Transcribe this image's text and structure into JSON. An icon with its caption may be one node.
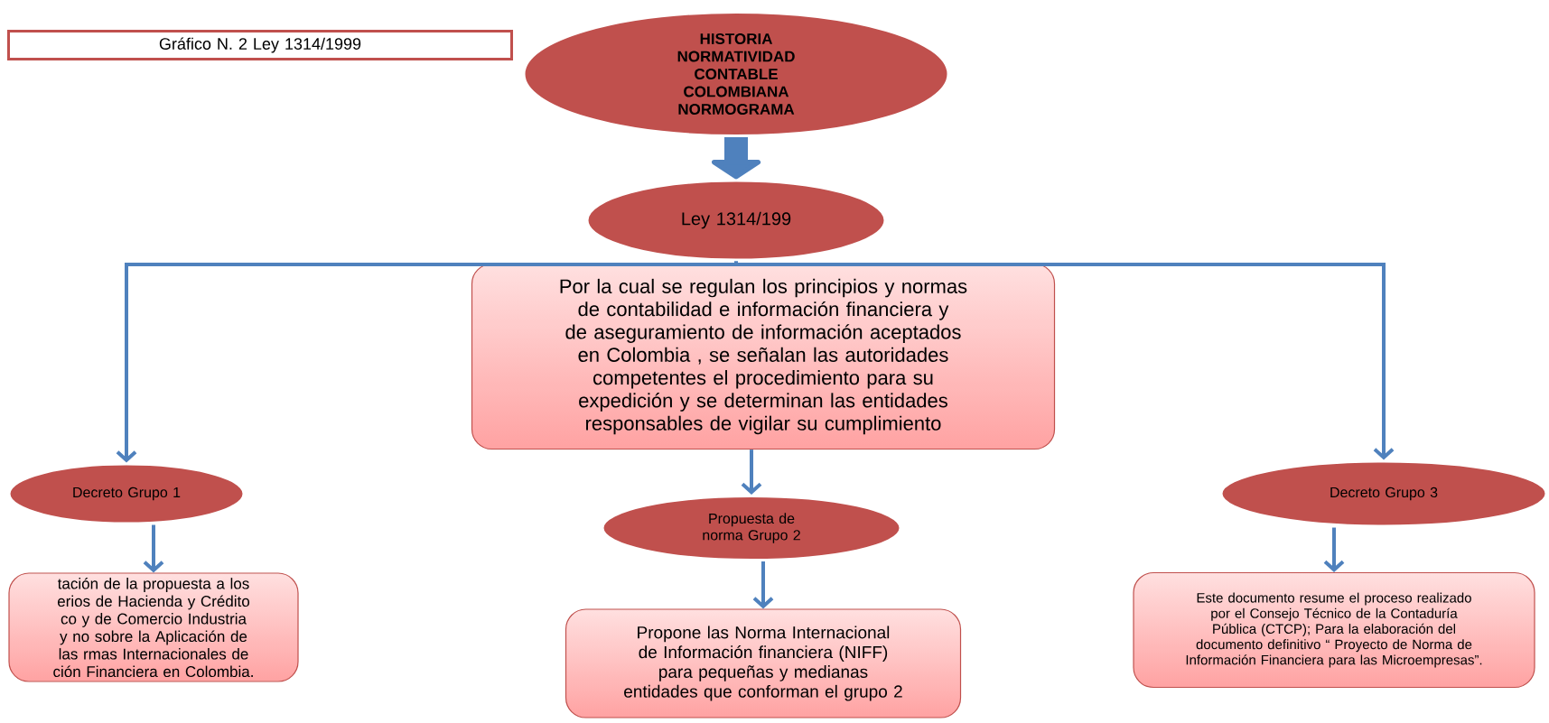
{
  "diagram": {
    "nodes": [
      {
        "text": [
          "Gráfico N. 2 Ley 1314/1999"
        ]
      },
      {
        "text": [
          "HISTORIA NORMATIVIDAD CONTABLE COLOMBIANA NORMOGRAMA"
        ]
      },
      {
        "text": [
          "Ley 1314/199"
        ]
      },
      {
        "text": [
          "Por la cual se regulan los principios y normas de contabilidad e información financiera y de aseguramiento de información aceptados en Colombia , se señalan las autoridades competentes el procedimiento para su expedición y se determinan las entidades responsables de vigilar su cumplimiento"
        ]
      },
      {
        "text": [
          "Decreto Grupo 1"
        ]
      },
      {
        "text": [
          "tación de la propuesta a los erios de Hacienda y Crédito co y de Comercio Industria y no sobre la Aplicación de las rmas Internacionales de ción Financiera en Colombia."
        ]
      },
      {
        "text": [
          "Propuesta de norma Grupo 2"
        ]
      },
      {
        "text": [
          "Propone las Norma Internacional de Información financiera (NIFF) para pequeñas y medianas entidades que conforman el grupo 2"
        ]
      },
      {
        "text": [
          "Decreto Grupo 3"
        ]
      },
      {
        "text": [
          "Este documento resume el proceso realizado por el Consejo Técnico de la Contaduría Pública (CTCP); Para la elaboración del documento definitivo “ Proyecto de Norma de Información Financiera para las Microempresas”."
        ]
      }
    ],
    "edges": [
      {
        "from": 1,
        "to": 2,
        "arrow": "to",
        "style": "thick"
      },
      {
        "from": 2,
        "to": 4,
        "arrow": "to"
      },
      {
        "from": 2,
        "to": 8,
        "arrow": "to"
      },
      {
        "from": 3,
        "to": 6,
        "arrow": "to"
      },
      {
        "from": 4,
        "to": 5,
        "arrow": "to"
      },
      {
        "from": 6,
        "to": 7,
        "arrow": "to"
      },
      {
        "from": 8,
        "to": 9,
        "arrow": "to"
      }
    ]
  }
}
